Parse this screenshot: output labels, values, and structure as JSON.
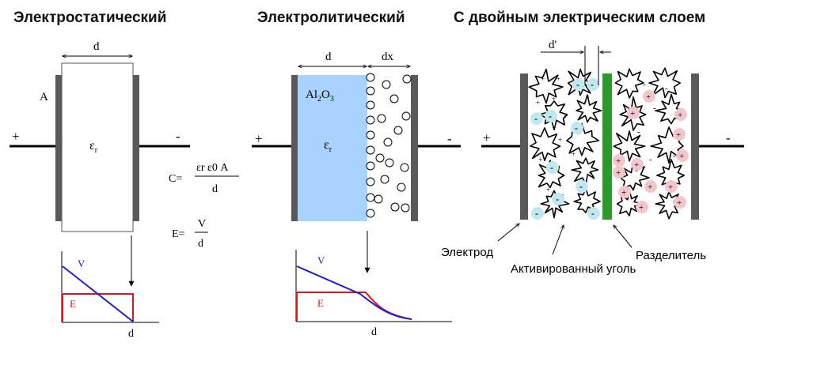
{
  "titles": {
    "electrostatic": "Электростатический",
    "electrolytic": "Электролитический",
    "double_layer": "С двойным электрическим  слоем"
  },
  "electrostatic": {
    "gap_label": "d",
    "area_label": "A",
    "plus": "+",
    "minus": "-",
    "epsilon": "ε",
    "eps_sub": "r",
    "formula_c_lhs": "C=",
    "formula_c_num": "εr ε0 A",
    "formula_c_den": "d",
    "formula_e_lhs": "E=",
    "formula_e_num": "V",
    "formula_e_den": "d",
    "graph": {
      "v_label": "V",
      "e_label": "E",
      "x_label": "d"
    }
  },
  "electrolytic": {
    "gap_label": "d",
    "dx_label": "dx",
    "oxide_label": "Al",
    "oxide_sub1": "2",
    "oxide_mid": "O",
    "oxide_sub2": "3",
    "epsilon": "ε",
    "eps_sub": "r",
    "plus": "+",
    "minus": "-",
    "graph": {
      "v_label": "V",
      "e_label": "E",
      "x_label": "d"
    }
  },
  "double_layer": {
    "dprime_label": "d'",
    "plus": "+",
    "minus": "-",
    "electrode_label": "Электрод",
    "carbon_label": "Активированный уголь",
    "separator_label": "Разделитель"
  },
  "colors": {
    "electrode": "#595959",
    "oxide": "#a9d3ff",
    "separator": "#2a9a2a",
    "v_line": "#1f1fd0",
    "e_line": "#e01515",
    "anion": "#bfe8ef",
    "cation": "#f3c6cc"
  }
}
